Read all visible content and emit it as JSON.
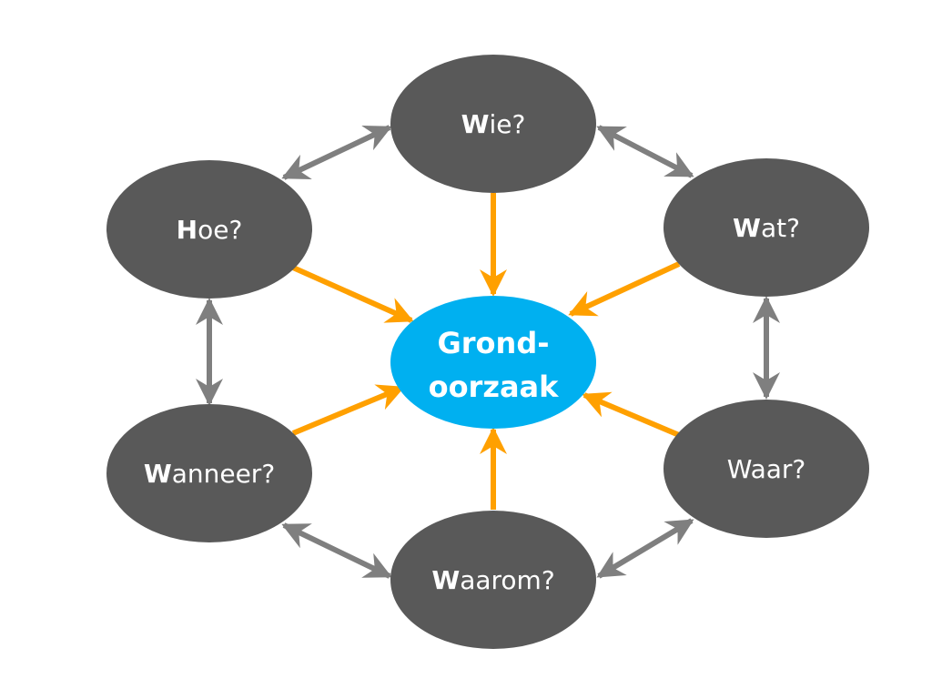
{
  "colors": {
    "node_fill": "#595959",
    "center_fill": "#00b0f0",
    "orange_arrow": "#ffa000",
    "gray_arrow": "#7f7f7f",
    "label_text": "#ffffff"
  },
  "center": {
    "line1": "Grond-",
    "line2": "oorzaak"
  },
  "nodes": {
    "wie": {
      "first": "W",
      "rest": "ie?"
    },
    "wat": {
      "first": "W",
      "rest": "at?"
    },
    "waar": {
      "first": "",
      "rest": "Waar?"
    },
    "waarom": {
      "first": "W",
      "rest": "aarom?"
    },
    "wanneer": {
      "first": "W",
      "rest": "anneer?"
    },
    "hoe": {
      "first": "H",
      "rest": "oe?"
    }
  }
}
